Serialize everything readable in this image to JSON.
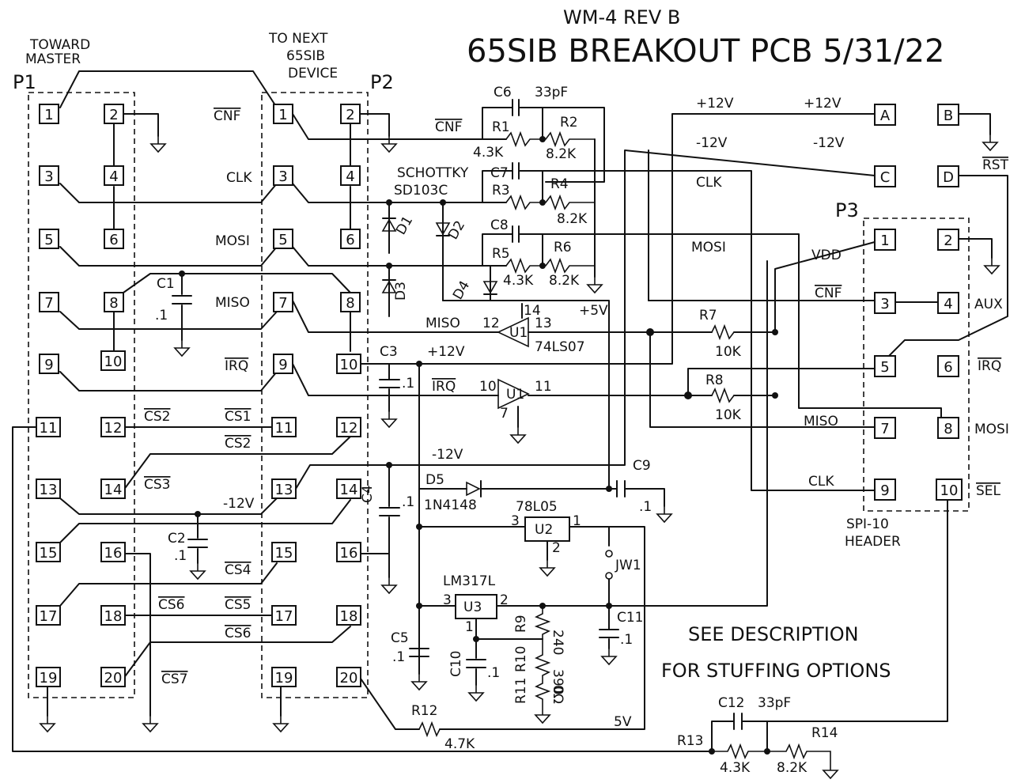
{
  "header": {
    "rev": "WM-4 REV B",
    "title": "65SIB BREAKOUT PCB 5/31/22"
  },
  "connectors": {
    "p1_name": "P1",
    "p1_caption": [
      "TOWARD",
      "MASTER"
    ],
    "p2_name": "P2",
    "p2_caption": [
      "TO NEXT",
      "65SIB",
      "DEVICE"
    ],
    "p3_name": "P3",
    "p3_caption": [
      "SPI-10",
      "HEADER"
    ],
    "aux_label": "AUX",
    "terminals": [
      "A",
      "B",
      "C",
      "D"
    ]
  },
  "p1_pins": [
    "1",
    "2",
    "3",
    "4",
    "5",
    "6",
    "7",
    "8",
    "9",
    "10",
    "11",
    "12",
    "13",
    "14",
    "15",
    "16",
    "17",
    "18",
    "19",
    "20"
  ],
  "p2_pins": [
    "1",
    "2",
    "3",
    "4",
    "5",
    "6",
    "7",
    "8",
    "9",
    "10",
    "11",
    "12",
    "13",
    "14",
    "15",
    "16",
    "17",
    "18",
    "19",
    "20"
  ],
  "p3_pins": [
    "1",
    "2",
    "3",
    "4",
    "5",
    "6",
    "7",
    "8",
    "9",
    "10"
  ],
  "signals": {
    "cnf": "CNF",
    "clk": "CLK",
    "mosi": "MOSI",
    "miso": "MISO",
    "irq": "IRQ",
    "cs1": "CS1",
    "cs2": "CS2",
    "cs3": "CS3",
    "cs4": "CS4",
    "cs5": "CS5",
    "cs6": "CS6",
    "cs7": "CS7",
    "rst": "RST",
    "sel": "SEL",
    "vdd": "VDD",
    "plus12": "+12V",
    "minus12": "-12V",
    "plus5": "+5V",
    "five": "5V"
  },
  "parts": {
    "c6": "C6",
    "c6_val": "33pF",
    "c7": "C7",
    "c8": "C8",
    "r1": "R1",
    "r1_val": "4.3K",
    "r2": "R2",
    "r2_val": "8.2K",
    "r3": "R3",
    "r4": "R4",
    "r4_val": "8.2K",
    "r5": "R5",
    "r5_val": "4.3K",
    "r6": "R6",
    "r6_val": "8.2K",
    "schottky": "SCHOTTKY",
    "sd": "SD103C",
    "d1": "D1",
    "d2": "D2",
    "d3": "D3",
    "d4": "D4",
    "c1": "C1",
    "c1_val": ".1",
    "c2": "C2",
    "c2_val": ".1",
    "c3": "C3",
    "c3_val": ".1",
    "c4": "C4",
    "c4_val": ".1",
    "c5": "C5",
    "c5_val": ".1",
    "c9": "C9",
    "c9_val": ".1",
    "c10": "C10",
    "c10_val": ".1",
    "c11": "C11",
    "c11_val": ".1",
    "c12": "C12",
    "c12_val": "33pF",
    "u1": "U1",
    "u1_part": "74LS07",
    "u1_pin12": "12",
    "u1_pin13": "13",
    "u1_pin14": "14",
    "u1_pin10": "10",
    "u1_pin11": "11",
    "u1_pin7": "7",
    "r7": "R7",
    "r7_val": "10K",
    "r8": "R8",
    "r8_val": "10K",
    "d5": "D5",
    "d5_part": "1N4148",
    "u2": "U2",
    "u2_part": "78L05",
    "u2_p1": "1",
    "u2_p2": "2",
    "u2_p3": "3",
    "jw1": "JW1",
    "u3": "U3",
    "u3_part": "LM317L",
    "u3_p1": "1",
    "u3_p2": "2",
    "u3_p3": "3",
    "r9": "R9",
    "r9_val": "240",
    "r10": "R10",
    "r10_val": "390",
    "r11": "R11",
    "r11_val": "0Ω",
    "r12": "R12",
    "r12_val": "4.7K",
    "r13": "R13",
    "r13_val": "4.3K",
    "r14": "R14",
    "r14_val": "8.2K"
  },
  "note": [
    "SEE DESCRIPTION",
    "FOR STUFFING OPTIONS"
  ]
}
